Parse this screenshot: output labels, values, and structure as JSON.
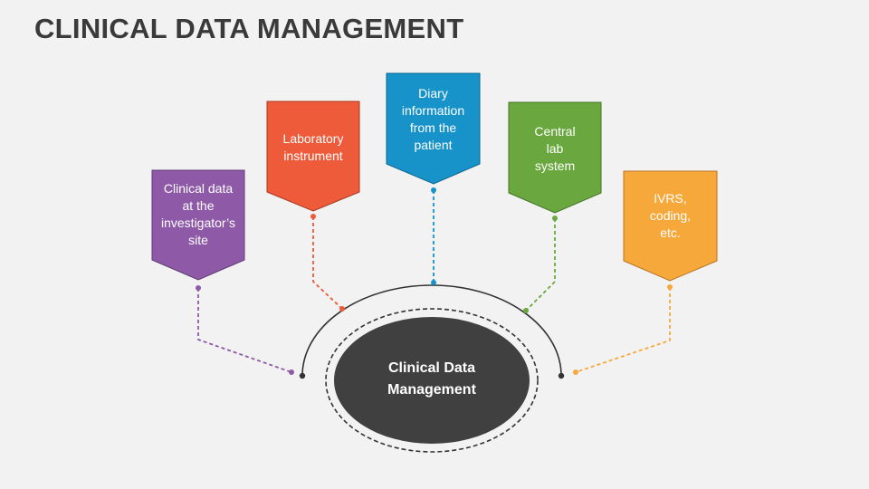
{
  "title": "CLINICAL DATA MANAGEMENT",
  "center": {
    "label": "Clinical Data\nManagement",
    "color": "#404040"
  },
  "items": [
    {
      "label": "Clinical data\nat the\ninvestigator’s\nsite",
      "color": "#8e5aa8"
    },
    {
      "label": "Laboratory\ninstrument",
      "color": "#ed5b3a"
    },
    {
      "label": "Diary\ninformation\nfrom the\npatient",
      "color": "#1793c9"
    },
    {
      "label": "Central\nlab\nsystem",
      "color": "#6aa83f"
    },
    {
      "label": "IVRS,\ncoding,\netc.",
      "color": "#f7a83b"
    }
  ]
}
